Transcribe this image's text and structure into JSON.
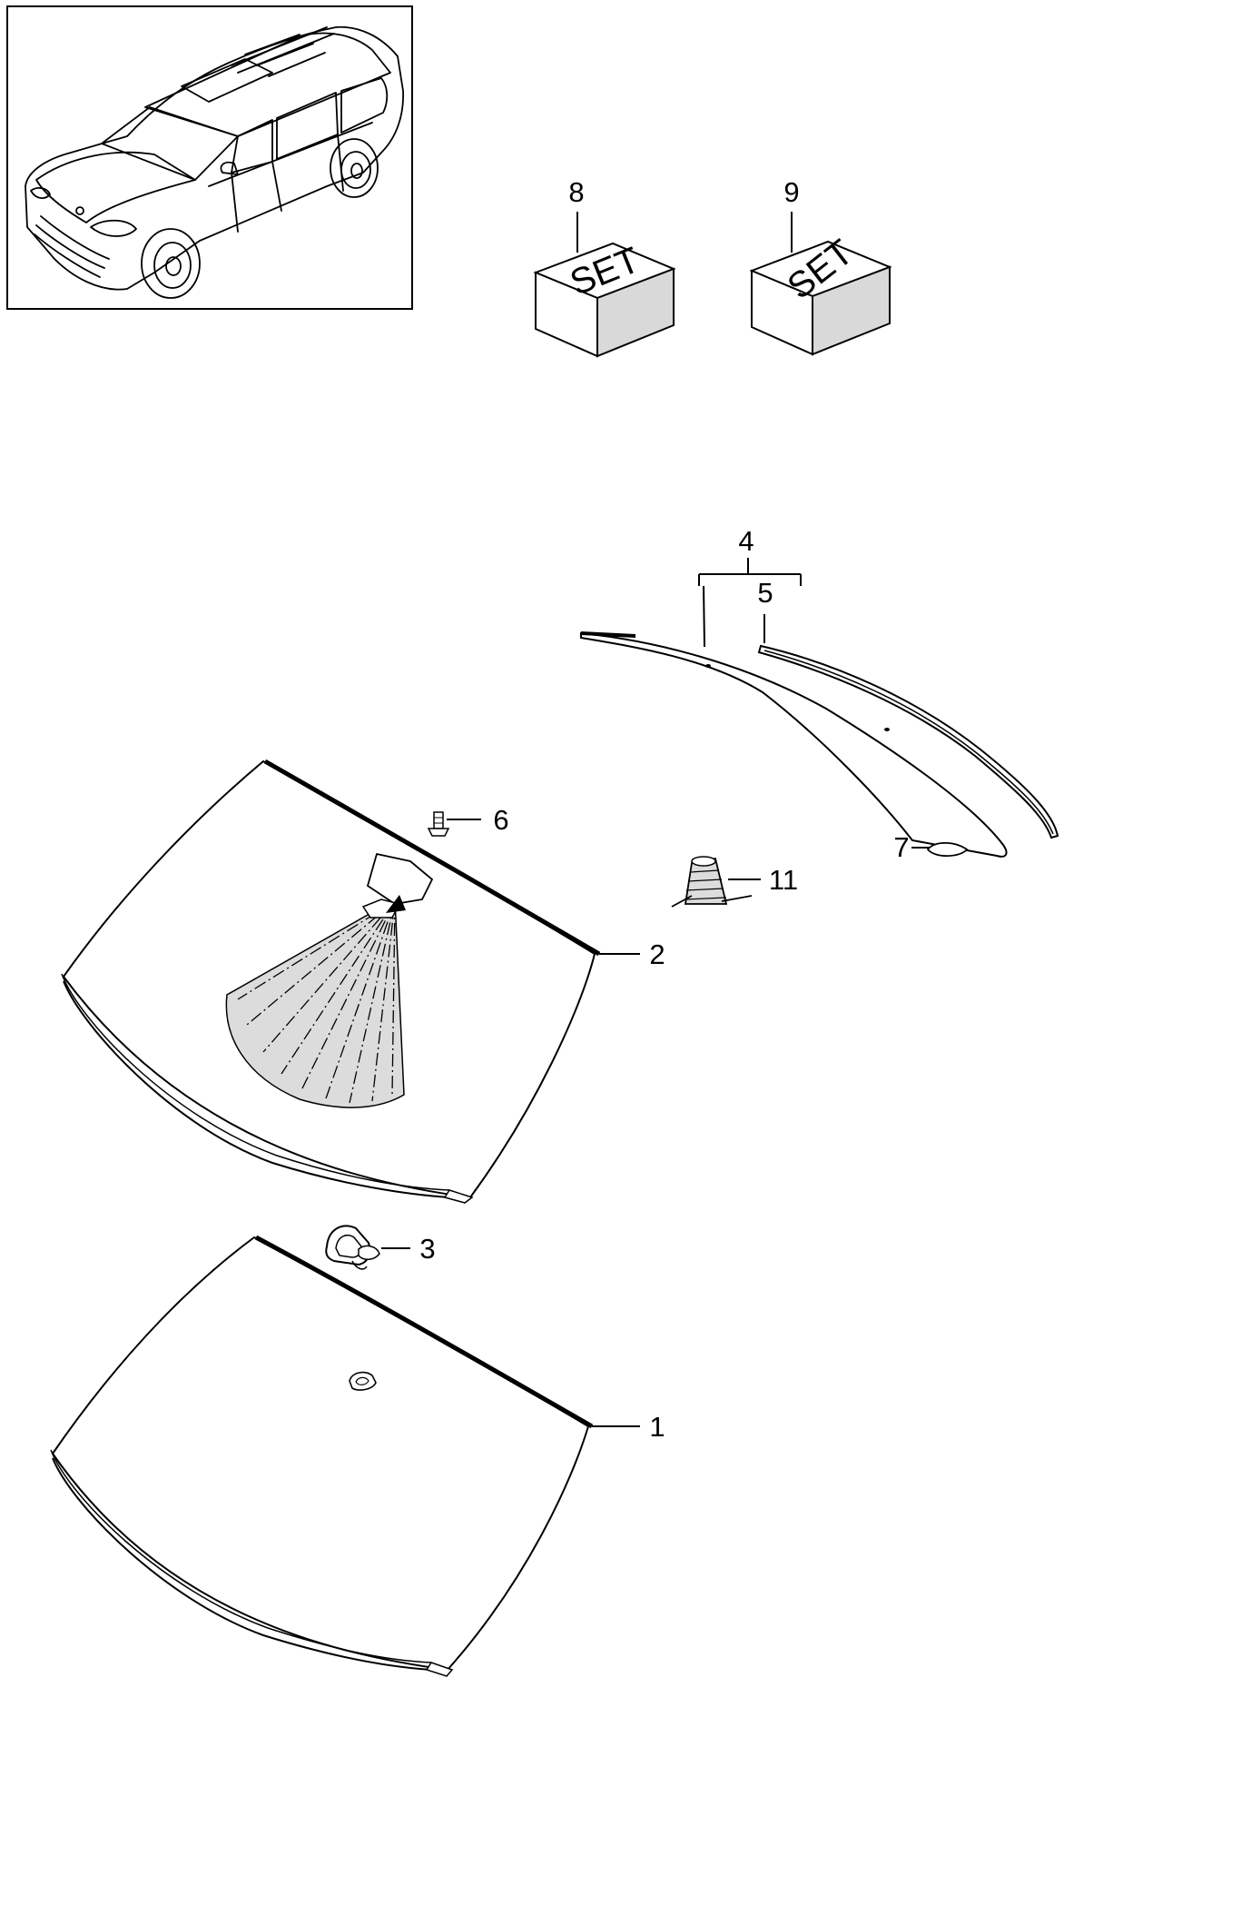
{
  "diagram": {
    "callouts": {
      "c1": "1",
      "c2": "2",
      "c3": "3",
      "c4": "4",
      "c5": "5",
      "c6": "6",
      "c7": "7",
      "c8": "8",
      "c9": "9",
      "c11": "11"
    },
    "set_box_8_label": "SET",
    "set_box_9_label": "SET"
  },
  "colors": {
    "line": "#000000",
    "fill": "#ffffff",
    "box_side": "#d9d9d9",
    "sensor_field": "#dcdcdc"
  }
}
